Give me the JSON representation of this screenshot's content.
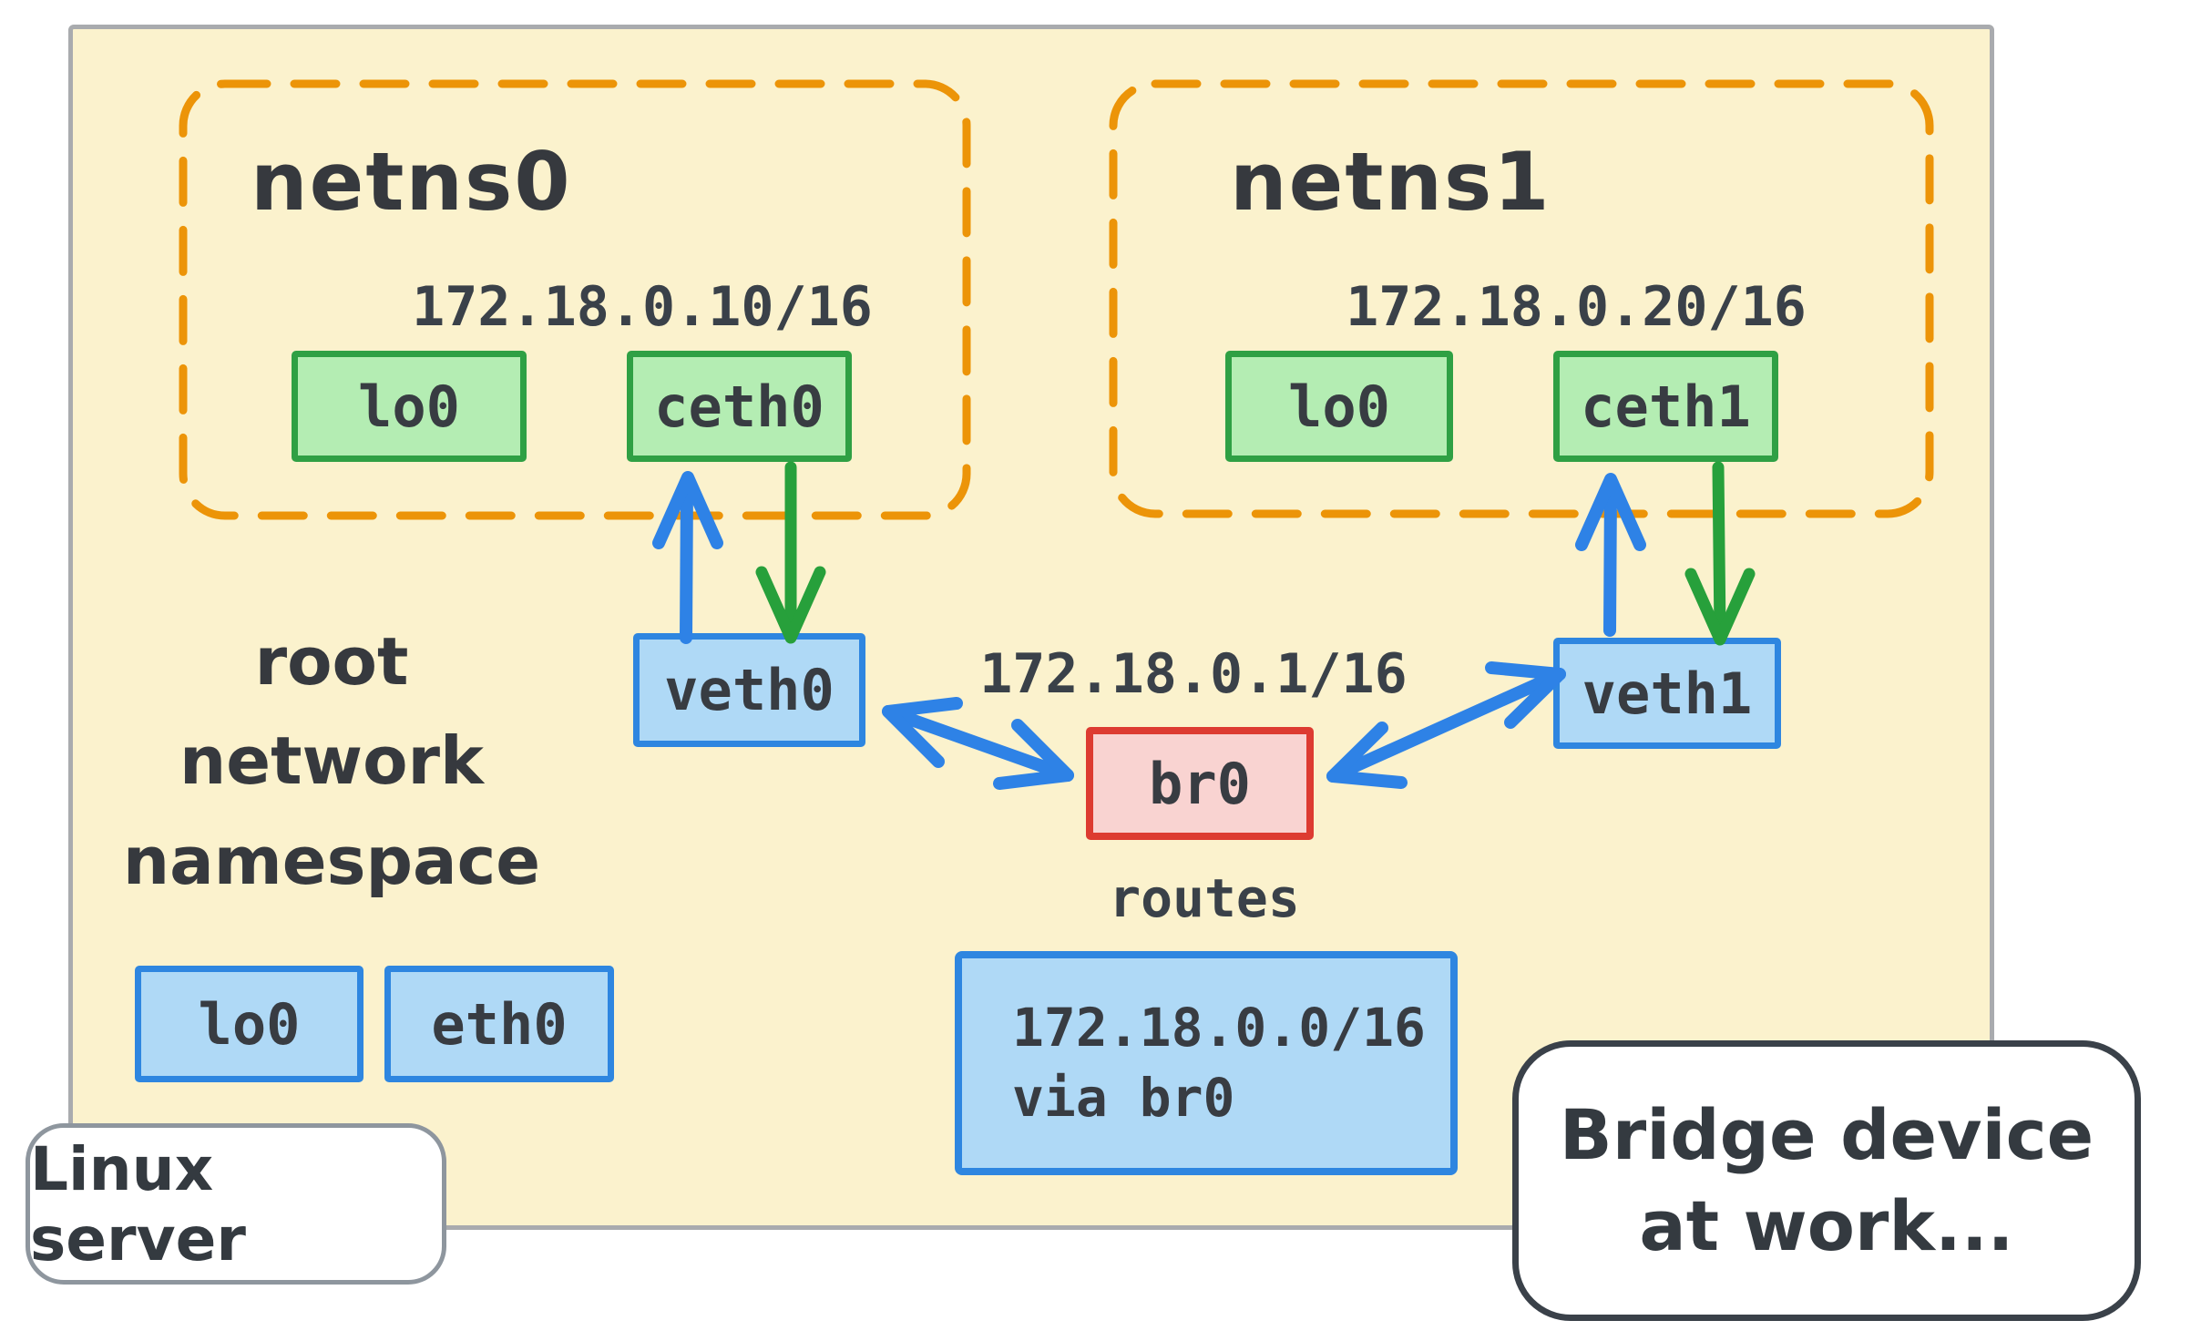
{
  "colors": {
    "page_background": "#FFFFFF",
    "server_fill": "#FBF2CD",
    "server_border": "#A9ABAE",
    "namespace_dash_orange": "#EC9408",
    "green_iface_border": "#2FA044",
    "green_iface_fill": "#B4EDB3",
    "blue_iface_border": "#2E86E0",
    "blue_iface_fill": "#AFD9F6",
    "bridge_border_red": "#DD3B31",
    "bridge_fill_pink": "#F9D3D1",
    "arrow_blue": "#2E82E6",
    "arrow_green": "#27A03B",
    "text_dark": "#383C42"
  },
  "server": {
    "label": "Linux server"
  },
  "root_namespace": {
    "label_line1": "root",
    "label_line2": "network",
    "label_line3": "namespace",
    "interfaces": [
      "lo0",
      "eth0"
    ]
  },
  "namespaces": [
    {
      "name": "netns0",
      "ip": "172.18.0.10/16",
      "interfaces": [
        "lo0",
        "ceth0"
      ],
      "veth": "veth0"
    },
    {
      "name": "netns1",
      "ip": "172.18.0.20/16",
      "interfaces": [
        "lo0",
        "ceth1"
      ],
      "veth": "veth1"
    }
  ],
  "bridge": {
    "label": "br0",
    "ip": "172.18.0.1/16",
    "routes_title": "routes",
    "routes_line1": "172.18.0.0/16",
    "routes_line2": "via br0"
  },
  "callout": {
    "line1": "Bridge device",
    "line2": "at work..."
  }
}
